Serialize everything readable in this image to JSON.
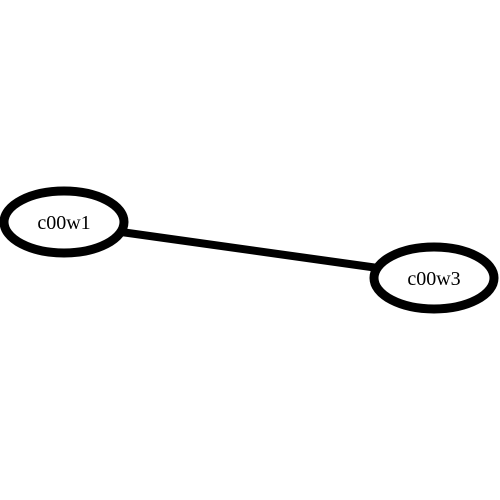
{
  "graph": {
    "nodes": [
      {
        "id": "c00w1",
        "label": "c00w1"
      },
      {
        "id": "c00w3",
        "label": "c00w3"
      }
    ],
    "edges": [
      {
        "from": "c00w1",
        "to": "c00w3"
      }
    ],
    "colors": {
      "background": "#ffffff",
      "stroke": "#000000",
      "text": "#000000"
    }
  }
}
